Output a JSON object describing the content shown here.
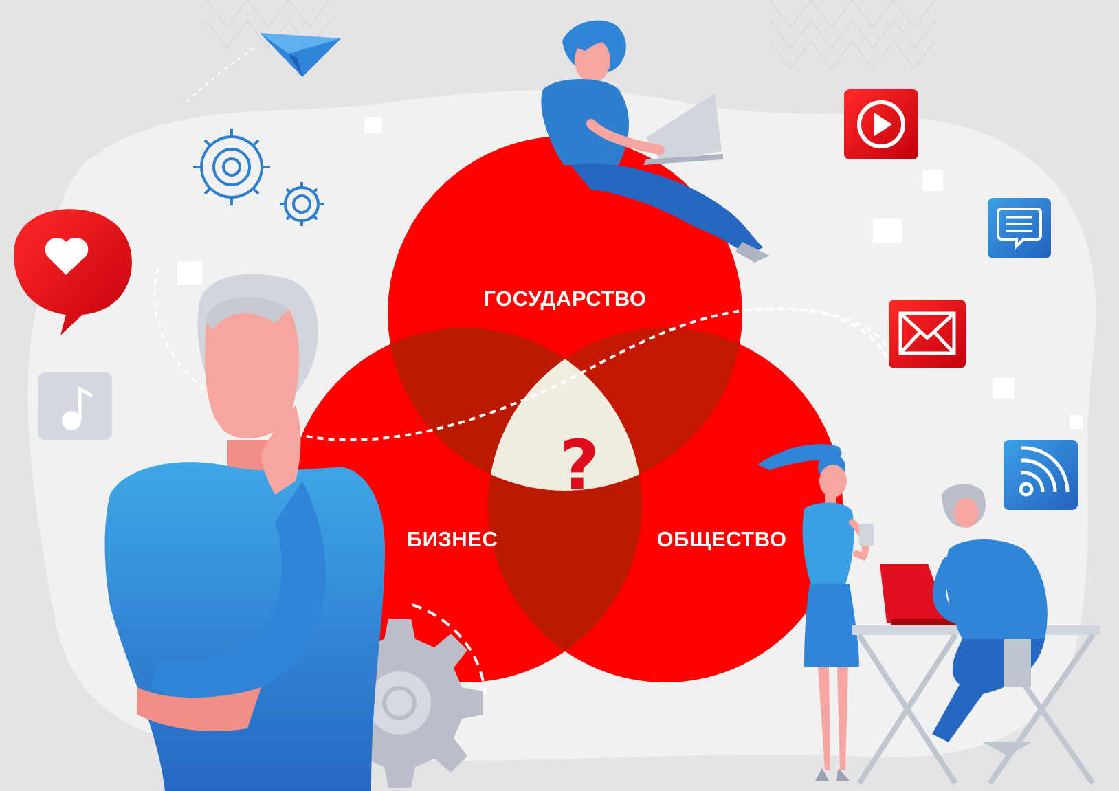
{
  "diagram": {
    "type": "venn-3",
    "sets": [
      {
        "id": "state",
        "label": "ГОСУДАРСТВО"
      },
      {
        "id": "business",
        "label": "БИЗНЕС"
      },
      {
        "id": "society",
        "label": "ОБЩЕСТВО"
      }
    ],
    "center_label": "?",
    "colors": {
      "circle": "#ff0000",
      "overlap": "#bb1a00",
      "center": "#f0ece0",
      "question_mark": "#e00d1e",
      "accent_blue": "#2f7fd0",
      "background": "#e9e9ea"
    }
  },
  "icons": [
    {
      "name": "paper-plane-icon"
    },
    {
      "name": "gears-icon"
    },
    {
      "name": "heart-chat-icon"
    },
    {
      "name": "music-note-icon"
    },
    {
      "name": "play-video-icon"
    },
    {
      "name": "message-icon"
    },
    {
      "name": "mail-icon"
    },
    {
      "name": "rss-feed-icon"
    },
    {
      "name": "gear-icon"
    }
  ],
  "people": [
    {
      "name": "man-with-laptop"
    },
    {
      "name": "thinking-old-man"
    },
    {
      "name": "woman-with-phone"
    },
    {
      "name": "man-at-desk"
    }
  ]
}
